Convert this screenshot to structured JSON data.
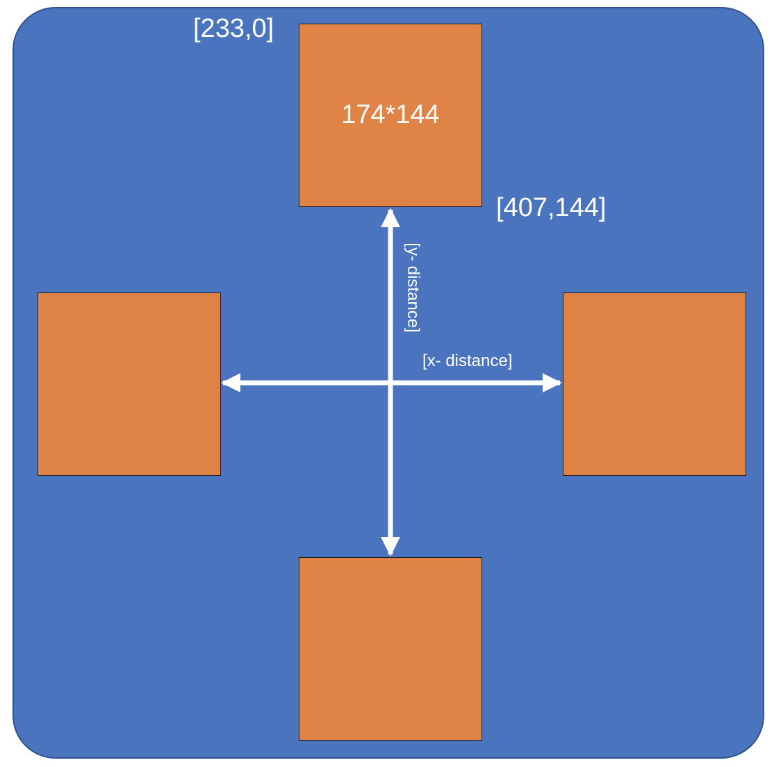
{
  "diagram": {
    "size_label": "174*144",
    "top_left_coord": "[233,0]",
    "bottom_right_coord": "[407,144]",
    "x_distance_label": "[x- distance]",
    "y_distance_label": "[y- distance]"
  },
  "colors": {
    "background": "#4a74bd",
    "box": "#e08346",
    "text": "#ffffff"
  }
}
